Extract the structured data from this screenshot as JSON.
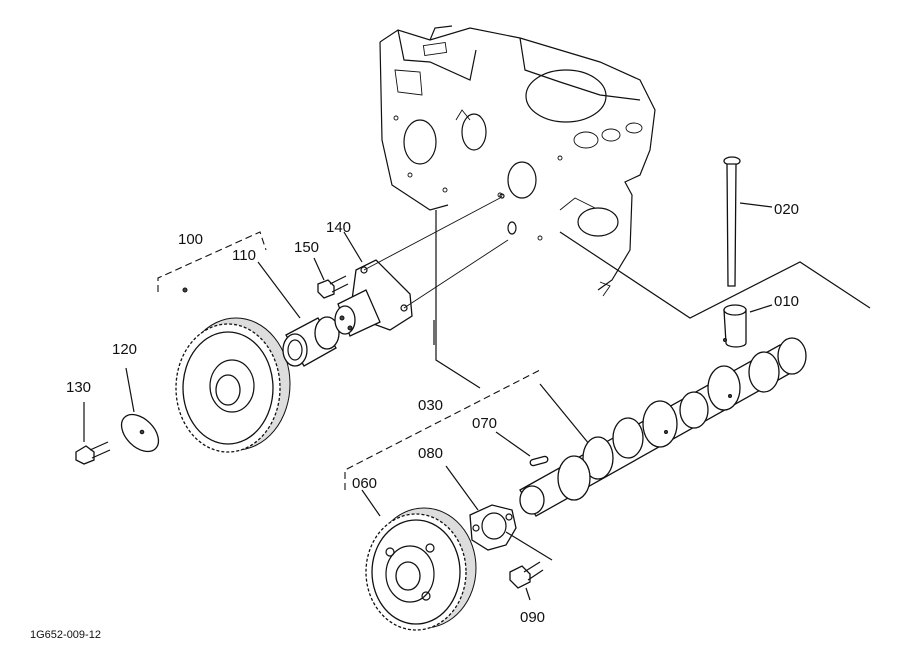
{
  "diagram": {
    "reference_code": "1G652-009-12",
    "labels": {
      "p010": "010",
      "p020": "020",
      "p030": "030",
      "p060": "060",
      "p070": "070",
      "p080": "080",
      "p090": "090",
      "p100": "100",
      "p110": "110",
      "p120": "120",
      "p130": "130",
      "p140": "140",
      "p150": "150"
    }
  }
}
